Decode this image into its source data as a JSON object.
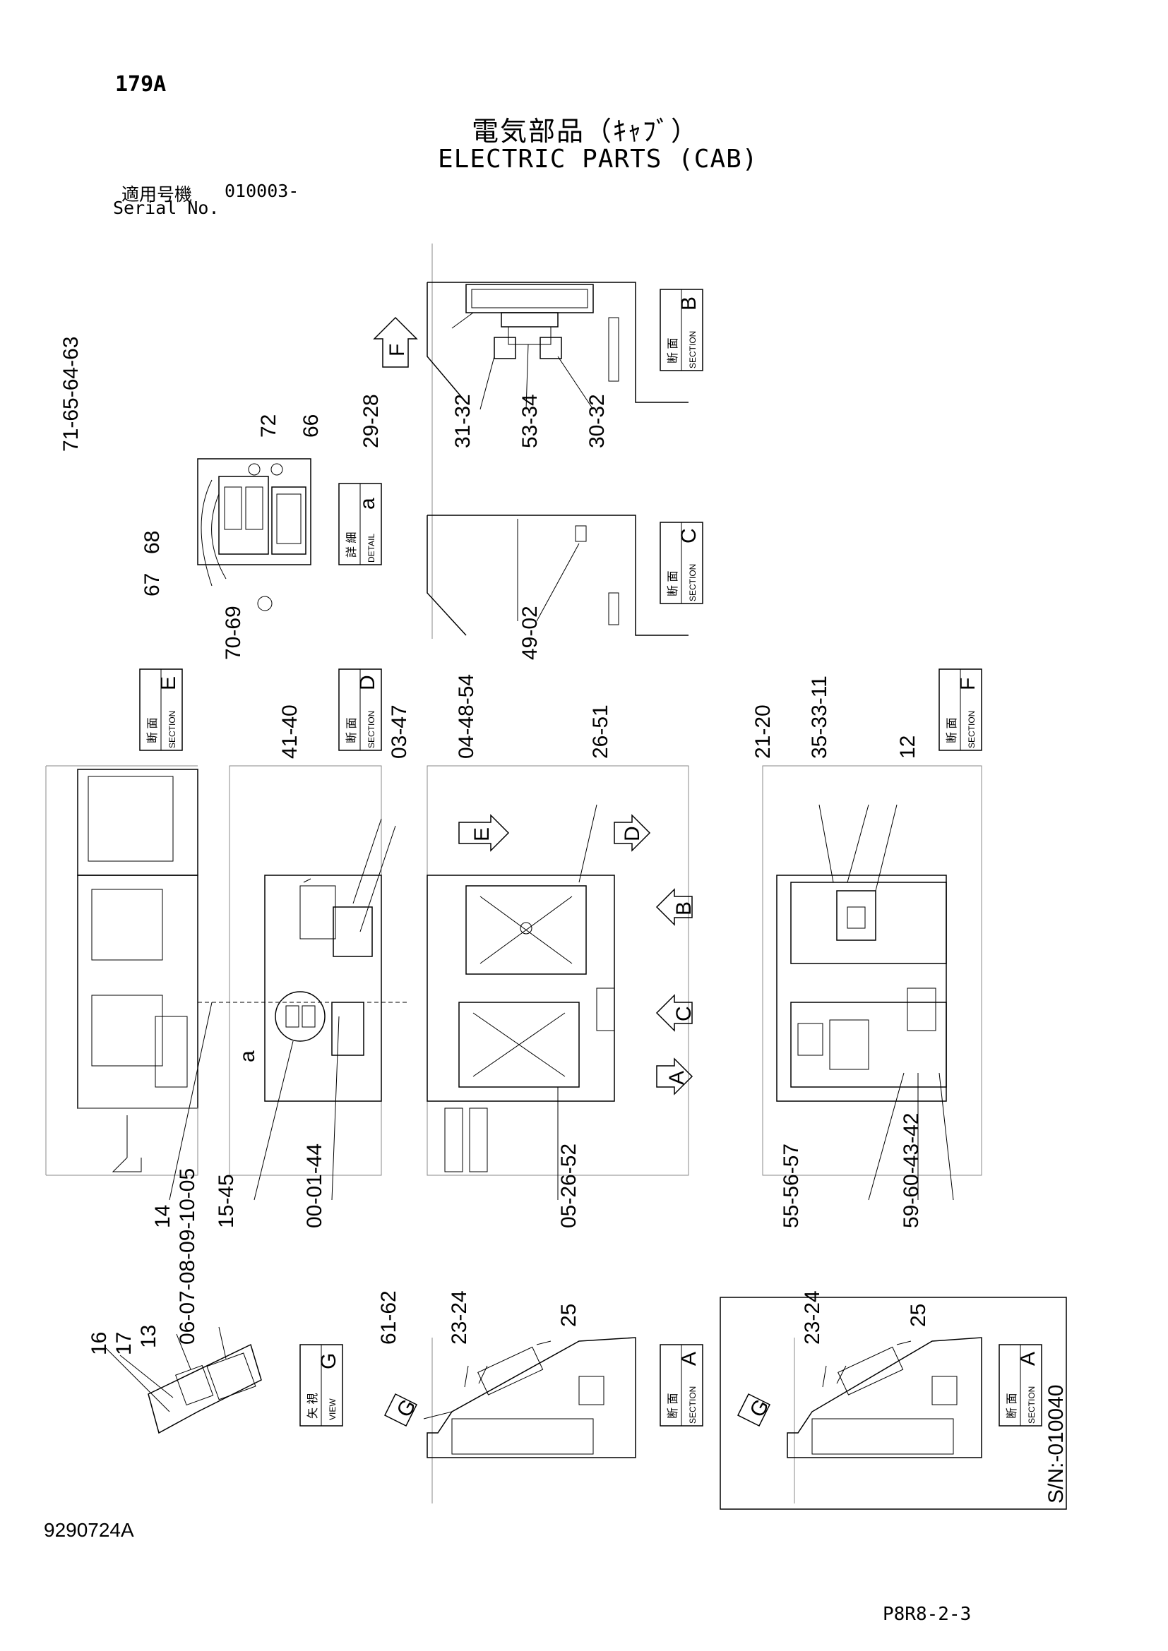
{
  "header": {
    "page_number": "179A",
    "title_jp": "電気部品（ｷｬﾌﾞ）",
    "title_en": "ELECTRIC PARTS (CAB)",
    "serial_jp": "適用号機",
    "serial_range": "010003-",
    "serial_en": "Serial No."
  },
  "footer": {
    "drawing_number": "9290724A",
    "sheet_code": "P8R8-2-3"
  },
  "tags": {
    "section_jp": "断 面",
    "section_en": "SECTION",
    "detail_jp": "詳 細",
    "detail_en": "DETAIL",
    "view_jp": "矢 視",
    "view_en": "VIEW",
    "section_b": "B",
    "section_c": "C",
    "detail_a": "a",
    "section_e": "E",
    "section_d": "D",
    "section_f": "F",
    "view_g": "G",
    "section_a": "A",
    "section_a2": "A",
    "sn_note": "S/N:-010040"
  },
  "arrows": {
    "f": "F",
    "e": "E",
    "d": "D",
    "b": "B",
    "c": "C",
    "a": "A",
    "g1": "G",
    "g2": "G",
    "detail_marker": "a"
  },
  "callouts": {
    "b": [
      "29-28",
      "31-32",
      "53-34",
      "30-32"
    ],
    "detail": [
      "71-65-64-63",
      "72",
      "66",
      "68",
      "67",
      "70-69"
    ],
    "c": [
      "49-02"
    ],
    "d_top": [
      "41-40",
      "03-47",
      "04-48-54",
      "26-51"
    ],
    "f_top": [
      "21-20",
      "35-33-11",
      "12"
    ],
    "e_bottom": [
      "14"
    ],
    "d_bottom": [
      "15-45",
      "00-01-44"
    ],
    "mid_bottom": [
      "05-26-52"
    ],
    "f_bottom": [
      "55-56-57",
      "59-60-43-42"
    ],
    "g": [
      "16",
      "17",
      "13",
      "06-07-08-09-10-05"
    ],
    "a1": [
      "61-62",
      "23-24",
      "25"
    ],
    "a2": [
      "23-24",
      "25"
    ]
  }
}
